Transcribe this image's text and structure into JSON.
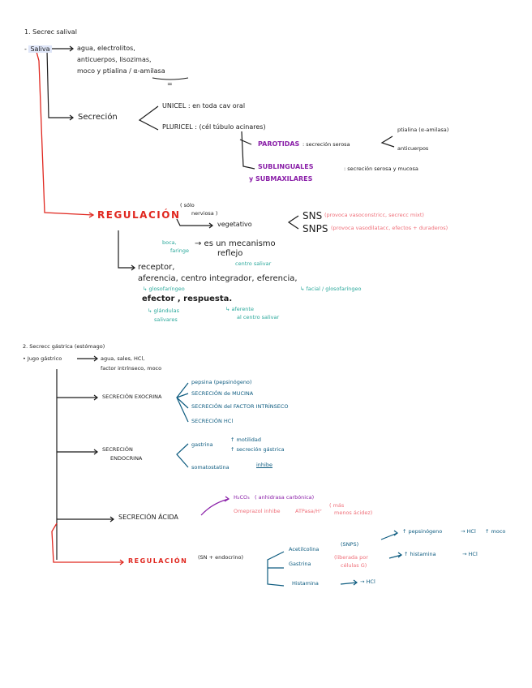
{
  "colors": {
    "ink": "#1b1b1b",
    "red": "#e0271f",
    "purple": "#8a1fa8",
    "teal": "#2aa89b",
    "blue": "#0e5c80",
    "pink": "#ef6f79",
    "highlight": "#dfe6f8"
  },
  "s1": {
    "heading": "1. Secrec salival",
    "saliva": "Saliva",
    "comp1": "agua, electrolitos,",
    "comp2": "anticuerpos, lisozimas,",
    "comp3": "moco y ptialina / α-amilasa",
    "equals": "=",
    "secrecion": "Secreción",
    "unicel": "UNICEL : en toda cav oral",
    "pluricel": "PLURICEL : (cél túbulo acinares)",
    "parotidas": "PAROTIDAS",
    "parotidas_desc": ": secreción serosa",
    "ptialina": "ptialina (α-amilasa)",
    "anticuerpos": "anticuerpos",
    "sublinguales": "SUBLINGUALES",
    "submaxilares": "y SUBMAXILARES",
    "sub_desc": ": secreción serosa y mucosa",
    "regulacion": "REGULACIÓN",
    "solo": "( sólo",
    "nerviosa": "nerviosa )",
    "vegetativo": "vegetativo",
    "sns": "SNS",
    "sns_note": "(provoca vasoconstricc, secrecc mixt)",
    "snps": "SNPS",
    "snps_note": "(provoca vasodilatacc, efectos + duraderos)",
    "boca": "boca,",
    "faringe": "faringe",
    "mecanismo": "→ es un mecanismo",
    "reflejo": "reflejo",
    "receptor": "receptor,",
    "centro_note": "centro salivar",
    "aferencia": "aferencia, centro integrador, eferencia,",
    "glosofaringeo": "↳ glosofaríngeo",
    "facial": "↳ facial / glosofaríngeo",
    "efector": "efector , respuesta.",
    "glandulas": "↳ glándulas",
    "salivares": "salivares",
    "aferente": "↳ aferente",
    "centro_salivar": "al centro salivar"
  },
  "s2": {
    "heading": "2. Secrecc gástrica (estómago)",
    "jugo": "• Jugo gástrico",
    "comp1": "agua, sales, HCl,",
    "comp2": "factor intrínseco, moco",
    "exocrina": "SECRECIÓN EXOCRINA",
    "ex1": "pepsina (pepsinógeno)",
    "ex2": "SECRECIÓN de MUCINA",
    "ex3": "SECRECIÓN del FACTOR INTRÍNSECO",
    "ex4": "SECRECIÓN HCl",
    "endocrina1": "SECRECIÓN",
    "endocrina2": "ENDOCRINA",
    "gastrina": "gastrina",
    "motilidad": "↑ motilidad",
    "gastrica1": "↑ secreción gástrica",
    "somatostatina": "somatostatina",
    "inhibe": "inhibe",
    "acida": "SECRECIÓN ÁCIDA",
    "h2co3": "H₂CO₃",
    "anhidrasa": "( anhidrasa carbónica)",
    "omeprazol": "Omeprazol inhibe",
    "atpasa": "ATPasa/H⁺",
    "atpasa_note1": "( más",
    "atpasa_note2": "menos ácidez)",
    "regulacion": "REGULACIÓN",
    "sn": "(SN + endocrino)",
    "acetilcolina": "Acetilcolina",
    "snps": "(SNPS)",
    "pepsinogeno": "↑ pepsinógeno",
    "hcl1": "→ HCl",
    "moco": "↑ moco",
    "gastrina_r": "Gastrina",
    "gastrina_note1": "(liberada por",
    "gastrina_note2": "células G)",
    "histamina_up": "↑ histamina",
    "hcl2": "→ HCl",
    "histamina": "Histamina",
    "hcl3": "→ HCl"
  }
}
